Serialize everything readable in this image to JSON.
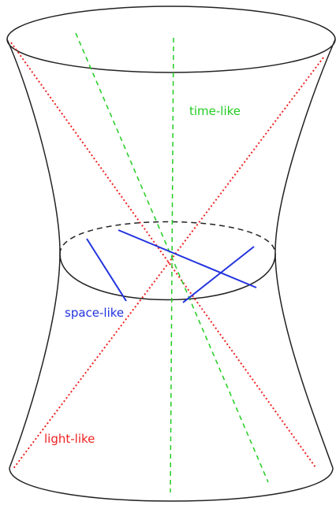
{
  "labels": {
    "time_like": "time-like",
    "space_like": "space-like",
    "light_like": "light-like"
  },
  "colors": {
    "outline": "#222222",
    "time_like": "#22cc22",
    "space_like": "#2233dd",
    "light_like": "#ee2222"
  }
}
